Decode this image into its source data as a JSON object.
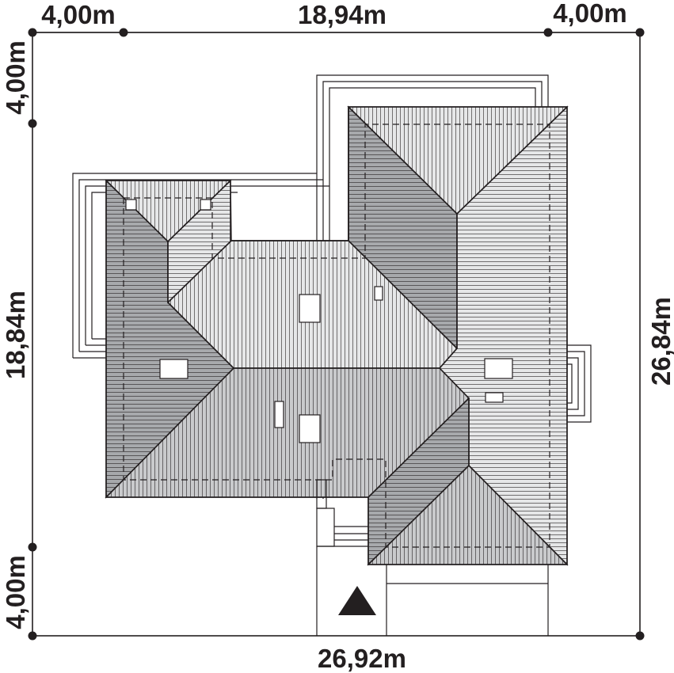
{
  "dimensions": {
    "top_left_setback": "4,00m",
    "top_width": "18,94m",
    "top_right_setback": "4,00m",
    "bottom_total": "26,92m",
    "left_top_setback": "4,00m",
    "left_depth": "18,84m",
    "left_bottom_setback": "4,00m",
    "right_total": "26,84m"
  },
  "colors": {
    "line": "#231f20",
    "roof_light": "#e6e7e8",
    "roof_mid": "#c9cacc",
    "roof_dark": "#a7a9ac",
    "entrance_marker": "#231f20"
  },
  "icons": {
    "entrance": "entrance-triangle-icon",
    "corner_points": "dot-marker"
  }
}
